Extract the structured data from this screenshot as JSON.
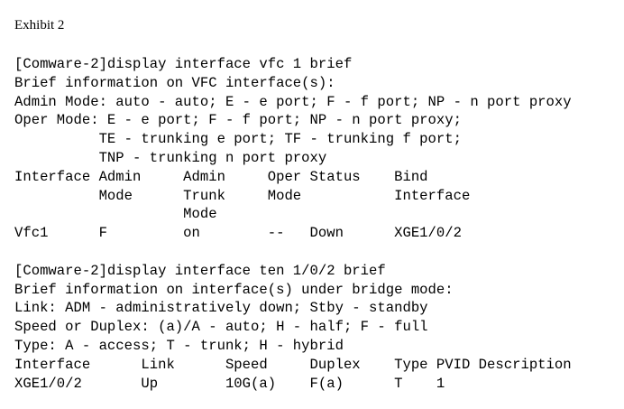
{
  "exhibit": {
    "title": "Exhibit 2"
  },
  "console": {
    "lines": [
      "[Comware-2]display interface vfc 1 brief",
      "Brief information on VFC interface(s):",
      "Admin Mode: auto - auto; E - e port; F - f port; NP - n port proxy",
      "Oper Mode: E - e port; F - f port; NP - n port proxy;",
      "          TE - trunking e port; TF - trunking f port;",
      "          TNP - trunking n port proxy",
      "Interface Admin     Admin     Oper Status    Bind",
      "          Mode      Trunk     Mode           Interface",
      "                    Mode",
      "Vfc1      F         on        --   Down      XGE1/0/2",
      "",
      "[Comware-2]display interface ten 1/0/2 brief",
      "Brief information on interface(s) under bridge mode:",
      "Link: ADM - administratively down; Stby - standby",
      "Speed or Duplex: (a)/A - auto; H - half; F - full",
      "Type: A - access; T - trunk; H - hybrid",
      "Interface      Link      Speed     Duplex    Type PVID Description",
      "XGE1/0/2       Up        10G(a)    F(a)      T    1"
    ]
  }
}
